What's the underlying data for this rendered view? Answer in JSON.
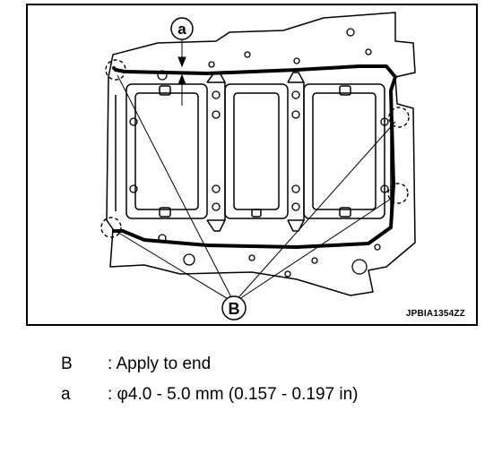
{
  "figure": {
    "id": "JPBIA1354ZZ",
    "callouts": {
      "top": "a",
      "bottom": "B"
    }
  },
  "legend": [
    {
      "key": "B",
      "description": ": Apply to end"
    },
    {
      "key": "a",
      "description": ": φ4.0 - 5.0 mm (0.157 - 0.197 in)"
    }
  ]
}
